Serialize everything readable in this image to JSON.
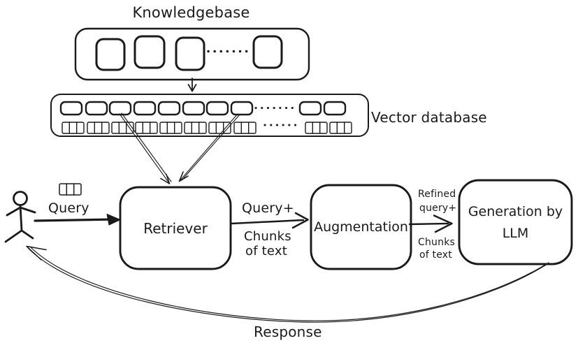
{
  "colors": {
    "ink": "#1a1a1a",
    "background": "#ffffff"
  },
  "knowledgebase": {
    "title": "Knowledgebase"
  },
  "vector_database": {
    "label": "Vector database"
  },
  "actor": {
    "query_label": "Query"
  },
  "nodes": {
    "retriever": "Retriever",
    "augmentation": "Augmentation",
    "generation_line1": "Generation by",
    "generation_line2": "LLM"
  },
  "edges": {
    "retriever_to_augmentation": {
      "line1": "Query+",
      "line2": "Chunks",
      "line3": "of text"
    },
    "augmentation_to_generation": {
      "line1": "Refined",
      "line2": "query+",
      "line3": "Chunks",
      "line4": "of text"
    },
    "generation_to_user": {
      "label": "Response"
    }
  }
}
